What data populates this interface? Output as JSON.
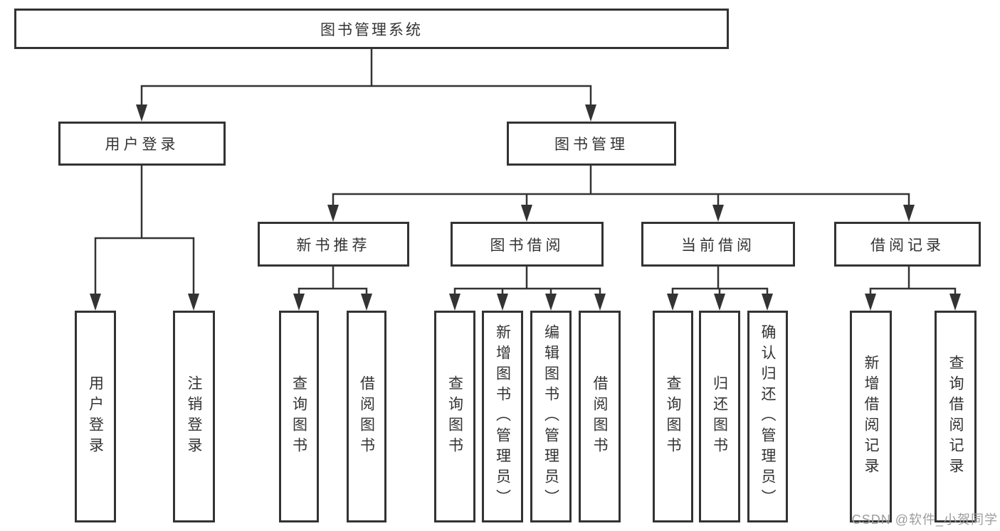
{
  "colors": {
    "line": "#333333",
    "text": "#333333",
    "box_bg": "#ffffff",
    "watermark": "#9c9c9c"
  },
  "watermark": "CSDN @软件_小贺同学",
  "tree": {
    "root": {
      "label": "图书管理系统"
    },
    "level2": [
      {
        "label": "用户登录"
      },
      {
        "label": "图书管理"
      }
    ],
    "level3": [
      {
        "label": "新书推荐",
        "parent": "图书管理"
      },
      {
        "label": "图书借阅",
        "parent": "图书管理"
      },
      {
        "label": "当前借阅",
        "parent": "图书管理"
      },
      {
        "label": "借阅记录",
        "parent": "图书管理"
      }
    ],
    "leaves": [
      {
        "label": "用户登录",
        "parent": "用户登录"
      },
      {
        "label": "注销登录",
        "parent": "用户登录"
      },
      {
        "label": "查询图书",
        "parent": "新书推荐"
      },
      {
        "label": "借阅图书",
        "parent": "新书推荐"
      },
      {
        "label": "查询图书",
        "parent": "图书借阅"
      },
      {
        "label": "新增图书（管理员）",
        "parent": "图书借阅"
      },
      {
        "label": "编辑图书（管理员）",
        "parent": "图书借阅"
      },
      {
        "label": "借阅图书",
        "parent": "图书借阅"
      },
      {
        "label": "查询图书",
        "parent": "当前借阅"
      },
      {
        "label": "归还图书",
        "parent": "当前借阅"
      },
      {
        "label": "确认归还（管理员）",
        "parent": "当前借阅"
      },
      {
        "label": "新增借阅记录",
        "parent": "借阅记录"
      },
      {
        "label": "查询借阅记录",
        "parent": "借阅记录"
      }
    ]
  }
}
